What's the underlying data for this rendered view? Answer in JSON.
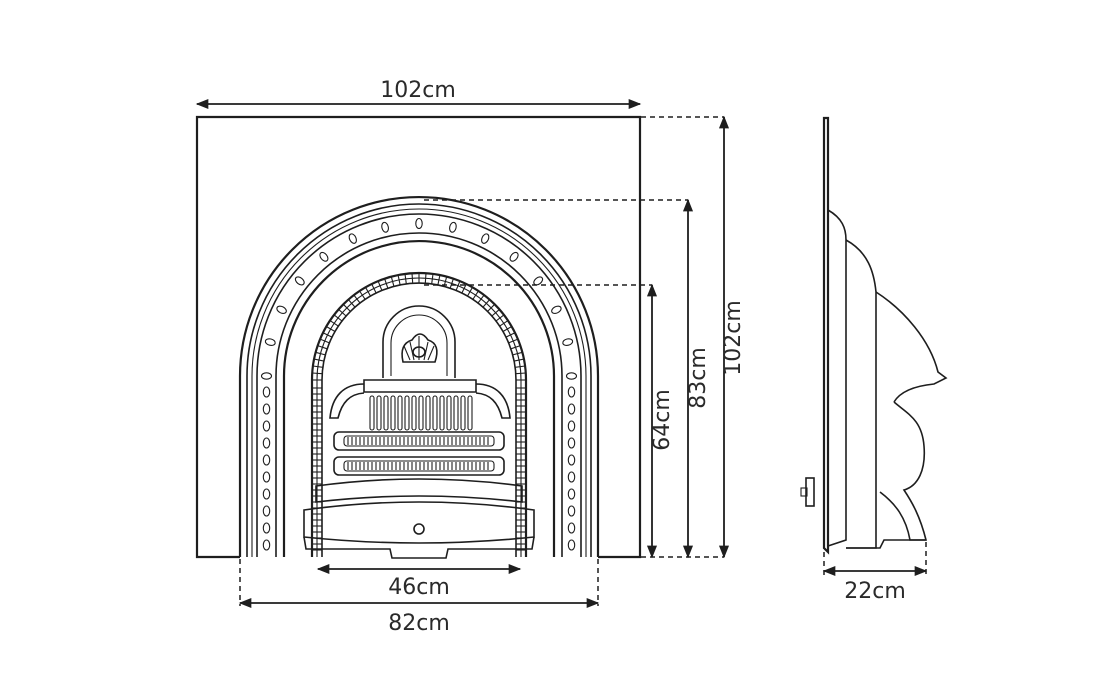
{
  "front_view": {
    "dimensions": {
      "overall_width": "102cm",
      "overall_height": "102cm",
      "arch_height": "83cm",
      "opening_height": "64cm",
      "grate_width": "46cm",
      "arch_width": "82cm"
    }
  },
  "side_view": {
    "dimensions": {
      "depth": "22cm"
    }
  },
  "colors": {
    "line": "#1e1e1e",
    "background": "#ffffff"
  }
}
